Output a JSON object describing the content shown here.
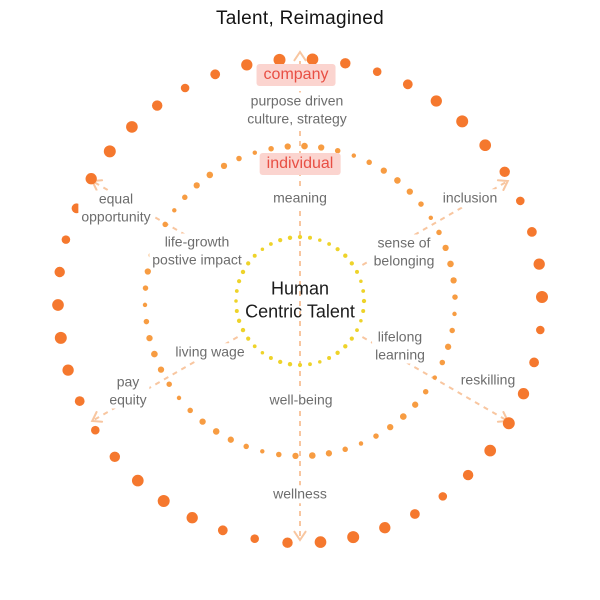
{
  "title": "Talent, Reimagined",
  "center": {
    "text": "Human\nCentric Talent"
  },
  "rings": {
    "outer": {
      "label": "company",
      "description": "purpose driven\nculture, strategy"
    },
    "middle": {
      "label": "individual"
    }
  },
  "labels": {
    "meaning": "meaning",
    "equal_opportunity": "equal\nopportunity",
    "inclusion": "inclusion",
    "life_growth": "life-growth\npostive impact",
    "sense_of_belonging": "sense of\nbelonging",
    "living_wage": "living wage",
    "lifelong_learning": "lifelong\nlearning",
    "pay_equity": "pay\nequity",
    "reskilling": "reskilling",
    "well_being": "well-being",
    "wellness": "wellness"
  },
  "colors": {
    "outer_dots": "#f5782e",
    "middle_dots": "#f79c42",
    "inner_dots": "#eed32a",
    "arrow": "#f8c6a0",
    "ring_label_text": "#e84f44",
    "ring_label_highlight": "#fbd4cf",
    "label_text": "#6d6d6d",
    "title_text": "#141414"
  }
}
